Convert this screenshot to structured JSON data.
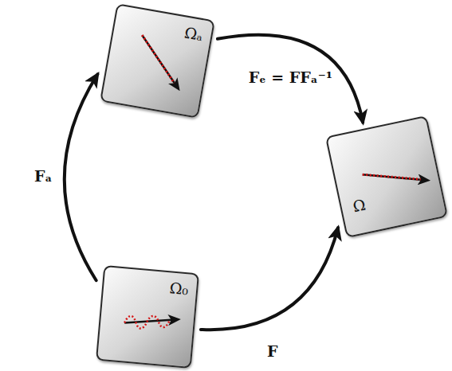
{
  "diagram": {
    "nodes": [
      {
        "text": [
          "Ωₐ"
        ]
      },
      {
        "text": [
          "Ω"
        ]
      },
      {
        "text": [
          "Ω₀"
        ]
      }
    ],
    "edges": [
      {
        "from": 2,
        "to": 0,
        "arrow": "to",
        "label": "Fₐ"
      },
      {
        "from": 0,
        "to": 1,
        "arrow": "to",
        "label": "Fₑ = FFₐ⁻¹"
      },
      {
        "from": 2,
        "to": 1,
        "arrow": "to",
        "label": "F"
      }
    ]
  }
}
